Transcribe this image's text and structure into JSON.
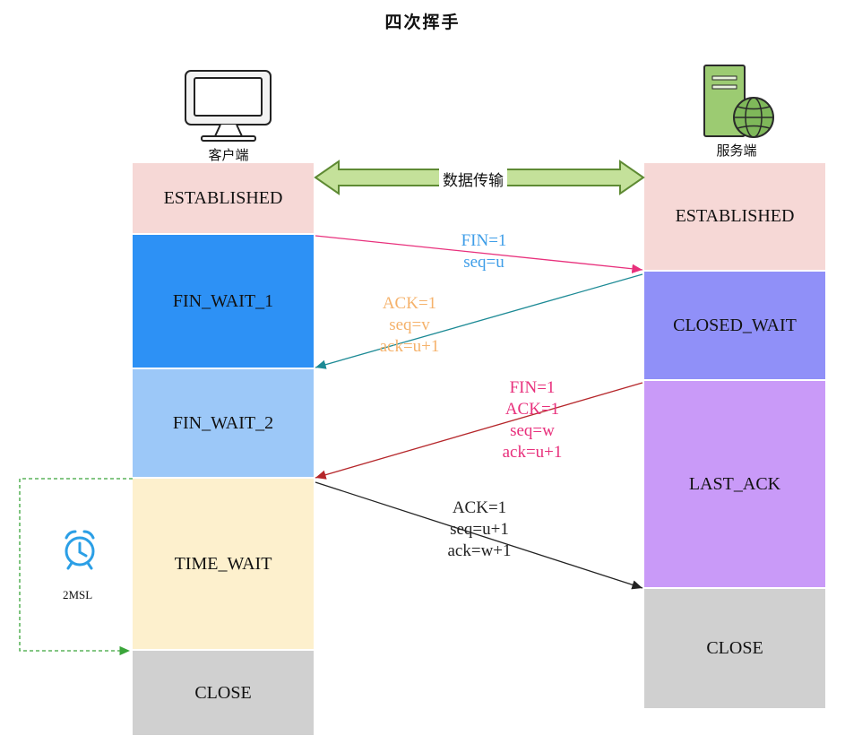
{
  "title": "四次挥手",
  "client": {
    "label": "客户端"
  },
  "server": {
    "label": "服务端"
  },
  "transfer_label": "数据传输",
  "client_states": [
    {
      "label": "ESTABLISHED",
      "color": "#f6d8d6"
    },
    {
      "label": "FIN_WAIT_1",
      "color": "#2d91f5"
    },
    {
      "label": "FIN_WAIT_2",
      "color": "#9cc8f8"
    },
    {
      "label": "TIME_WAIT",
      "color": "#fdf0cd"
    },
    {
      "label": "CLOSE",
      "color": "#d0d0d0"
    }
  ],
  "server_states": [
    {
      "label": "ESTABLISHED",
      "color": "#f6d8d6"
    },
    {
      "label": "CLOSED_WAIT",
      "color": "#9090f8"
    },
    {
      "label": "LAST_ACK",
      "color": "#c99af8"
    },
    {
      "label": "CLOSE",
      "color": "#d0d0d0"
    }
  ],
  "messages": [
    {
      "lines": [
        "FIN=1",
        "seq=u"
      ],
      "color": "#3f9ee8",
      "arrow_color": "#e8307c"
    },
    {
      "lines": [
        "ACK=1",
        "seq=v",
        "ack=u+1"
      ],
      "color": "#f5b26b",
      "arrow_color": "#1c8a95"
    },
    {
      "lines": [
        "FIN=1",
        "ACK=1",
        "seq=w",
        "ack=u+1"
      ],
      "color": "#e8307c",
      "arrow_color": "#b5262a"
    },
    {
      "lines": [
        "ACK=1",
        "seq=u+1",
        "ack=w+1"
      ],
      "color": "#222222",
      "arrow_color": "#222222"
    }
  ],
  "timer": {
    "label": "2MSL",
    "color": "#2b9fe6",
    "line_color": "#3aa53a"
  }
}
